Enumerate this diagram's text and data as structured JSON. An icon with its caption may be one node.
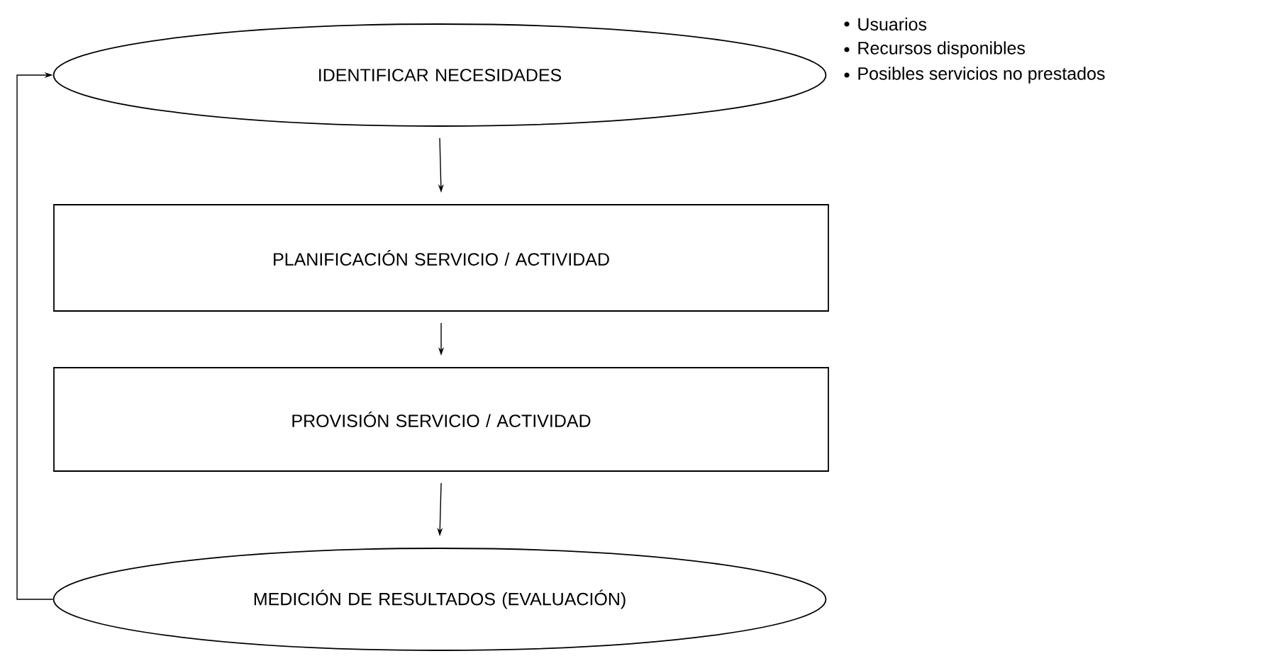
{
  "diagram": {
    "nodes": [
      {
        "text": [
          "IDENTIFICAR NECESIDADES"
        ]
      },
      {
        "text": [
          "PLANIFICACIÓN SERVICIO / ACTIVIDAD"
        ]
      },
      {
        "text": [
          "PROVISIÓN SERVICIO / ACTIVIDAD"
        ]
      },
      {
        "text": [
          "MEDICIÓN DE RESULTADOS (EVALUACIÓN)"
        ]
      }
    ],
    "edges": [
      {
        "from": 0,
        "to": 1,
        "arrow": "to"
      },
      {
        "from": 1,
        "to": 2,
        "arrow": "to"
      },
      {
        "from": 2,
        "to": 3,
        "arrow": "to"
      },
      {
        "from": 3,
        "to": 0,
        "arrow": "to"
      }
    ],
    "labels": [
      "Usuarios",
      "Recursos disponibles",
      "Posibles servicios no prestados"
    ]
  }
}
